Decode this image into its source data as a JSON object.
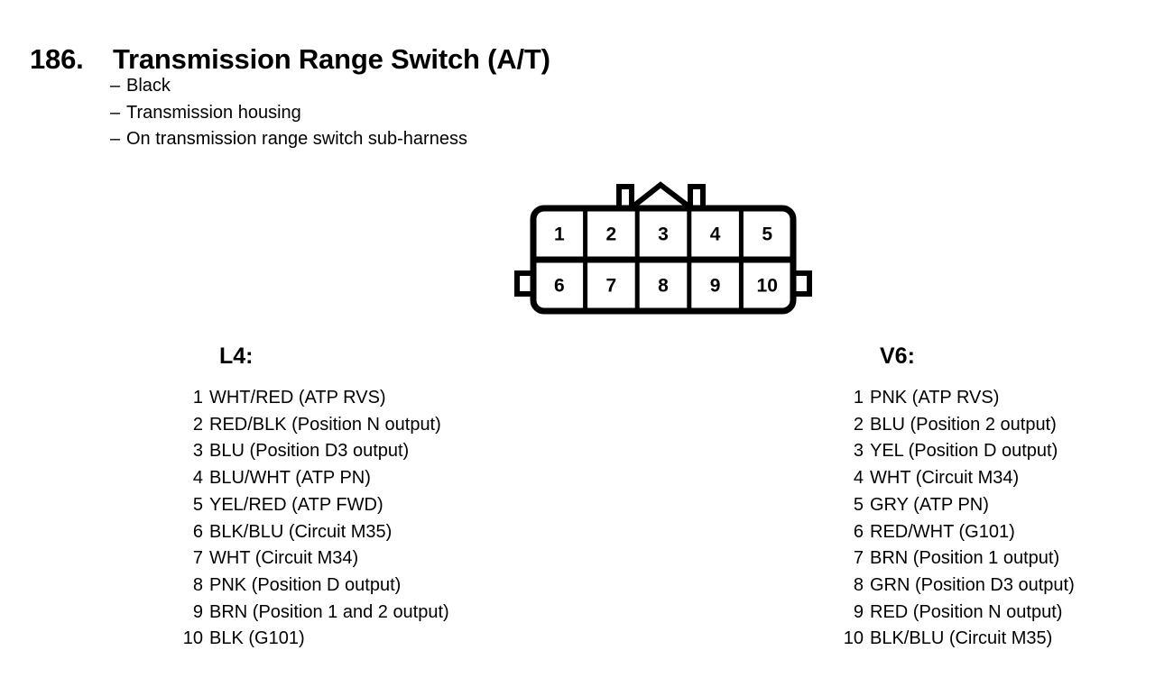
{
  "header": {
    "number": "186.",
    "title": "Transmission Range Switch (A/T)",
    "specs": [
      {
        "dash": "–",
        "text": "Black"
      },
      {
        "dash": "–",
        "text": "Transmission housing"
      },
      {
        "dash": "–",
        "text": "On transmission range switch sub-harness"
      }
    ]
  },
  "connector": {
    "name": "10-pin connector",
    "pins_top": [
      "1",
      "2",
      "3",
      "4",
      "5"
    ],
    "pins_bottom": [
      "6",
      "7",
      "8",
      "9",
      "10"
    ],
    "stroke_color": "#000000",
    "fill_color": "#ffffff"
  },
  "pinouts": [
    {
      "id": "l4",
      "heading": "L4:",
      "rows": [
        {
          "pin": "1",
          "desc": "WHT/RED (ATP RVS)"
        },
        {
          "pin": "2",
          "desc": "RED/BLK (Position N output)"
        },
        {
          "pin": "3",
          "desc": "BLU (Position D3 output)"
        },
        {
          "pin": "4",
          "desc": "BLU/WHT (ATP PN)"
        },
        {
          "pin": "5",
          "desc": "YEL/RED (ATP FWD)"
        },
        {
          "pin": "6",
          "desc": "BLK/BLU (Circuit M35)"
        },
        {
          "pin": "7",
          "desc": "WHT (Circuit M34)"
        },
        {
          "pin": "8",
          "desc": "PNK (Position D output)"
        },
        {
          "pin": "9",
          "desc": "BRN (Position 1 and 2 output)"
        },
        {
          "pin": "10",
          "desc": "BLK (G101)"
        }
      ]
    },
    {
      "id": "v6",
      "heading": "V6:",
      "rows": [
        {
          "pin": "1",
          "desc": "PNK (ATP RVS)"
        },
        {
          "pin": "2",
          "desc": "BLU (Position 2 output)"
        },
        {
          "pin": "3",
          "desc": "YEL (Position D output)"
        },
        {
          "pin": "4",
          "desc": "WHT (Circuit M34)"
        },
        {
          "pin": "5",
          "desc": "GRY (ATP PN)"
        },
        {
          "pin": "6",
          "desc": "RED/WHT (G101)"
        },
        {
          "pin": "7",
          "desc": "BRN (Position 1 output)"
        },
        {
          "pin": "8",
          "desc": "GRN (Position D3 output)"
        },
        {
          "pin": "9",
          "desc": "RED (Position N output)"
        },
        {
          "pin": "10",
          "desc": "BLK/BLU (Circuit M35)"
        }
      ]
    }
  ]
}
